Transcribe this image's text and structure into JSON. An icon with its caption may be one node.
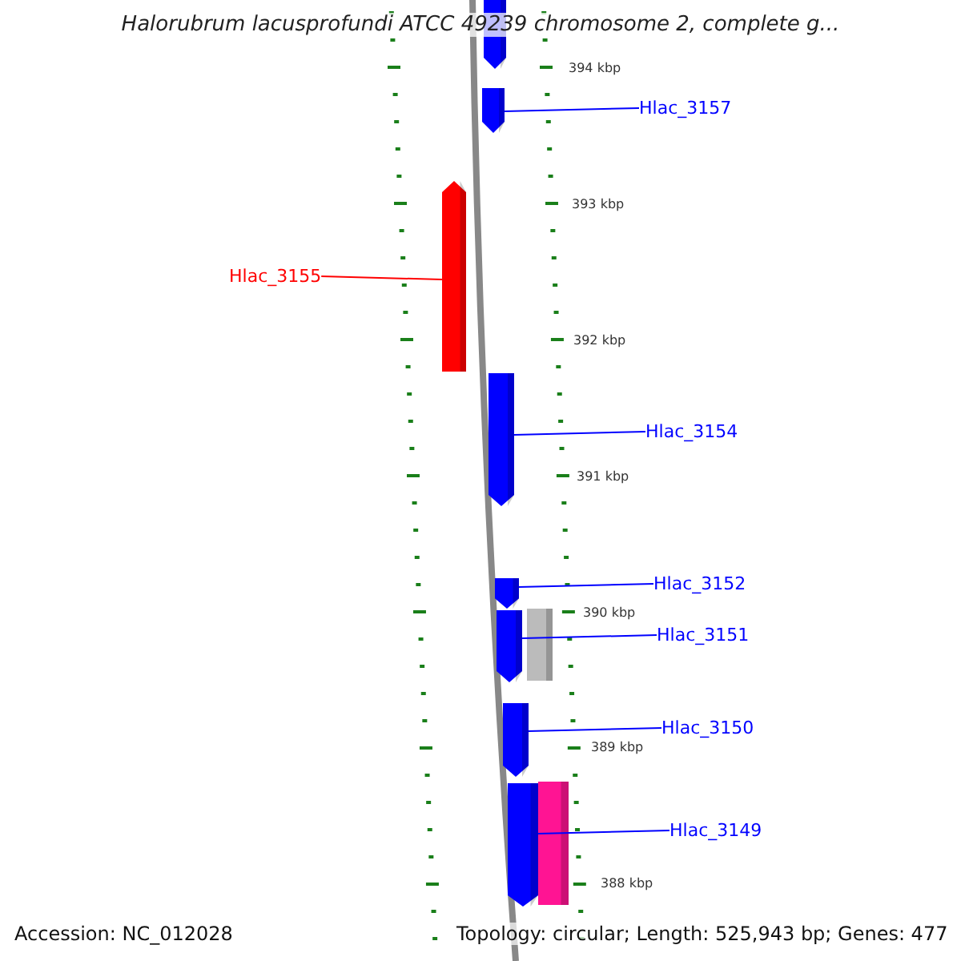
{
  "diagram": {
    "title": "Halorubrum lacusprofundi ATCC 49239 chromosome 2, complete g...",
    "nodes": [
      {
        "text": [],
        "shape": "pentagon"
      },
      {
        "text": [],
        "shape": "pentagon"
      },
      {
        "text": [
          "Hlac_3157"
        ]
      },
      {
        "text": [],
        "shape": "pentagon"
      },
      {
        "text": [
          "Hlac_3155"
        ]
      },
      {
        "text": [],
        "shape": "pentagon"
      },
      {
        "text": [
          "Hlac_3154"
        ]
      },
      {
        "text": [],
        "shape": "pentagon"
      },
      {
        "text": [
          "Hlac_3152"
        ]
      },
      {
        "text": [],
        "shape": "pentagon"
      },
      {
        "text": [],
        "shape": "bar"
      },
      {
        "text": [
          "Hlac_3151"
        ]
      },
      {
        "text": [],
        "shape": "pentagon"
      },
      {
        "text": [
          "Hlac_3150"
        ]
      },
      {
        "text": [],
        "shape": "pentagon"
      },
      {
        "text": [],
        "shape": "bar"
      },
      {
        "text": [
          "Hlac_3149"
        ]
      }
    ],
    "edges": [
      {
        "from": 2,
        "to": 1,
        "arrow": "none"
      },
      {
        "from": 4,
        "to": 3,
        "arrow": "none",
        "color": "#ff0000"
      },
      {
        "from": 6,
        "to": 5,
        "arrow": "none"
      },
      {
        "from": 8,
        "to": 7,
        "arrow": "none"
      },
      {
        "from": 11,
        "to": 9,
        "arrow": "none"
      },
      {
        "from": 13,
        "to": 12,
        "arrow": "none"
      },
      {
        "from": 16,
        "to": 14,
        "arrow": "none"
      }
    ],
    "labels": [
      "394 kbp",
      "393 kbp",
      "392 kbp",
      "391 kbp",
      "390 kbp",
      "389 kbp",
      "388 kbp",
      "Accession: NC_012028",
      "Topology: circular; Length: 525,943 bp; Genes: 477"
    ]
  }
}
